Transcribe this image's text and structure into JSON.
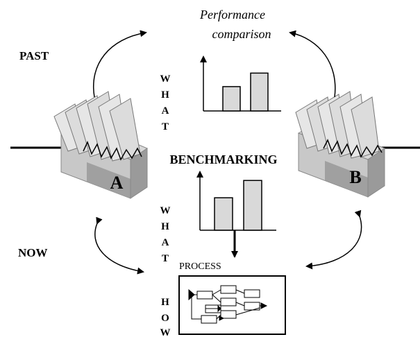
{
  "labels": {
    "performance_line1": "Performance",
    "performance_line2": "comparison",
    "past": "PAST",
    "now": "NOW",
    "benchmarking": "BENCHMARKING",
    "process": "PROCESS",
    "company_a": "A",
    "company_b": "B",
    "what_vertical": [
      "W",
      "H",
      "A",
      "T"
    ],
    "how_vertical": [
      "H",
      "O",
      "W"
    ]
  },
  "bars_top": [
    0.45,
    0.7
  ],
  "bars_mid": [
    0.6,
    0.92
  ],
  "colors": {
    "bar_fill": "#d9d9d9",
    "box_top": "#d8d8d8",
    "box_front": "#c2c2c2",
    "box_side": "#9a9a9a",
    "line": "#000000"
  }
}
